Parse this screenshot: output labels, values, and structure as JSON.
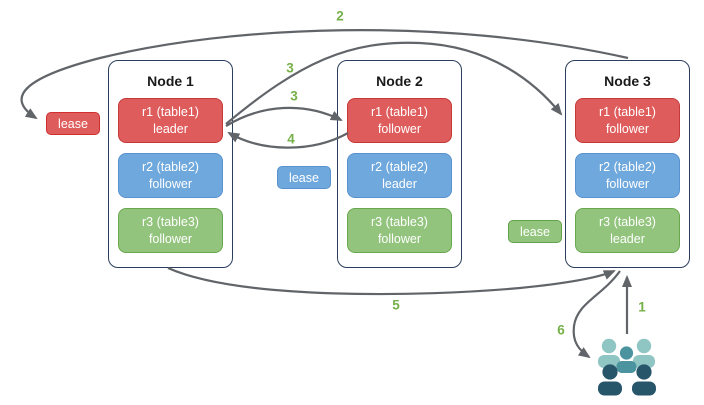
{
  "diagram": {
    "nodes": [
      {
        "title": "Node 1",
        "replicas": [
          {
            "name": "r1 (table1)",
            "role": "leader",
            "color": "#df5c5c"
          },
          {
            "name": "r2 (table2)",
            "role": "follower",
            "color": "#6fa8dc"
          },
          {
            "name": "r3 (table3)",
            "role": "follower",
            "color": "#93c47d"
          }
        ]
      },
      {
        "title": "Node 2",
        "replicas": [
          {
            "name": "r1 (table1)",
            "role": "follower",
            "color": "#df5c5c"
          },
          {
            "name": "r2 (table2)",
            "role": "leader",
            "color": "#6fa8dc"
          },
          {
            "name": "r3 (table3)",
            "role": "follower",
            "color": "#93c47d"
          }
        ]
      },
      {
        "title": "Node 3",
        "replicas": [
          {
            "name": "r1 (table1)",
            "role": "follower",
            "color": "#df5c5c"
          },
          {
            "name": "r2 (table2)",
            "role": "follower",
            "color": "#6fa8dc"
          },
          {
            "name": "r3 (table3)",
            "role": "leader",
            "color": "#93c47d"
          }
        ]
      }
    ],
    "leases": [
      {
        "label": "lease",
        "color": "#df5c5c"
      },
      {
        "label": "lease",
        "color": "#6fa8dc"
      },
      {
        "label": "lease",
        "color": "#93c47d"
      }
    ],
    "steps": {
      "s1": "1",
      "s2": "2",
      "s3a": "3",
      "s3b": "3",
      "s4": "4",
      "s5": "5",
      "s6": "6"
    },
    "colors": {
      "node_border": "#2c3e5e",
      "arrow": "#616569",
      "step_label": "#76b049",
      "users_back": "#8fc5c2",
      "users_middle": "#4c93a0",
      "users_front": "#27566b"
    }
  }
}
